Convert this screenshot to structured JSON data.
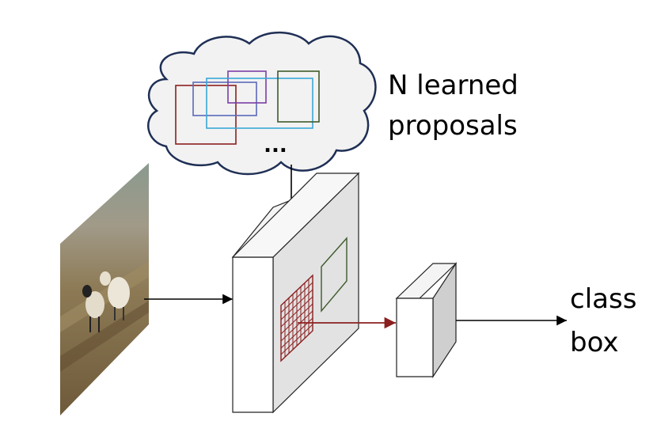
{
  "proposals": {
    "label_line1": "N learned",
    "label_line2": "proposals",
    "ellipsis": "..."
  },
  "outputs": {
    "class_label": "class",
    "box_label": "box"
  },
  "colors": {
    "cloud_stroke": "#1f2f55",
    "cloud_fill": "#f2f2f2",
    "box_red": "#8b1f1f",
    "box_blue": "#5b6ab8",
    "box_purple": "#7b3fa6",
    "box_cyan": "#3aa8d8",
    "box_green": "#3e5a2a",
    "arrow_red": "#8b1f1f",
    "block_side": "#c8c8c8",
    "block_face": "#e6e6e6"
  }
}
